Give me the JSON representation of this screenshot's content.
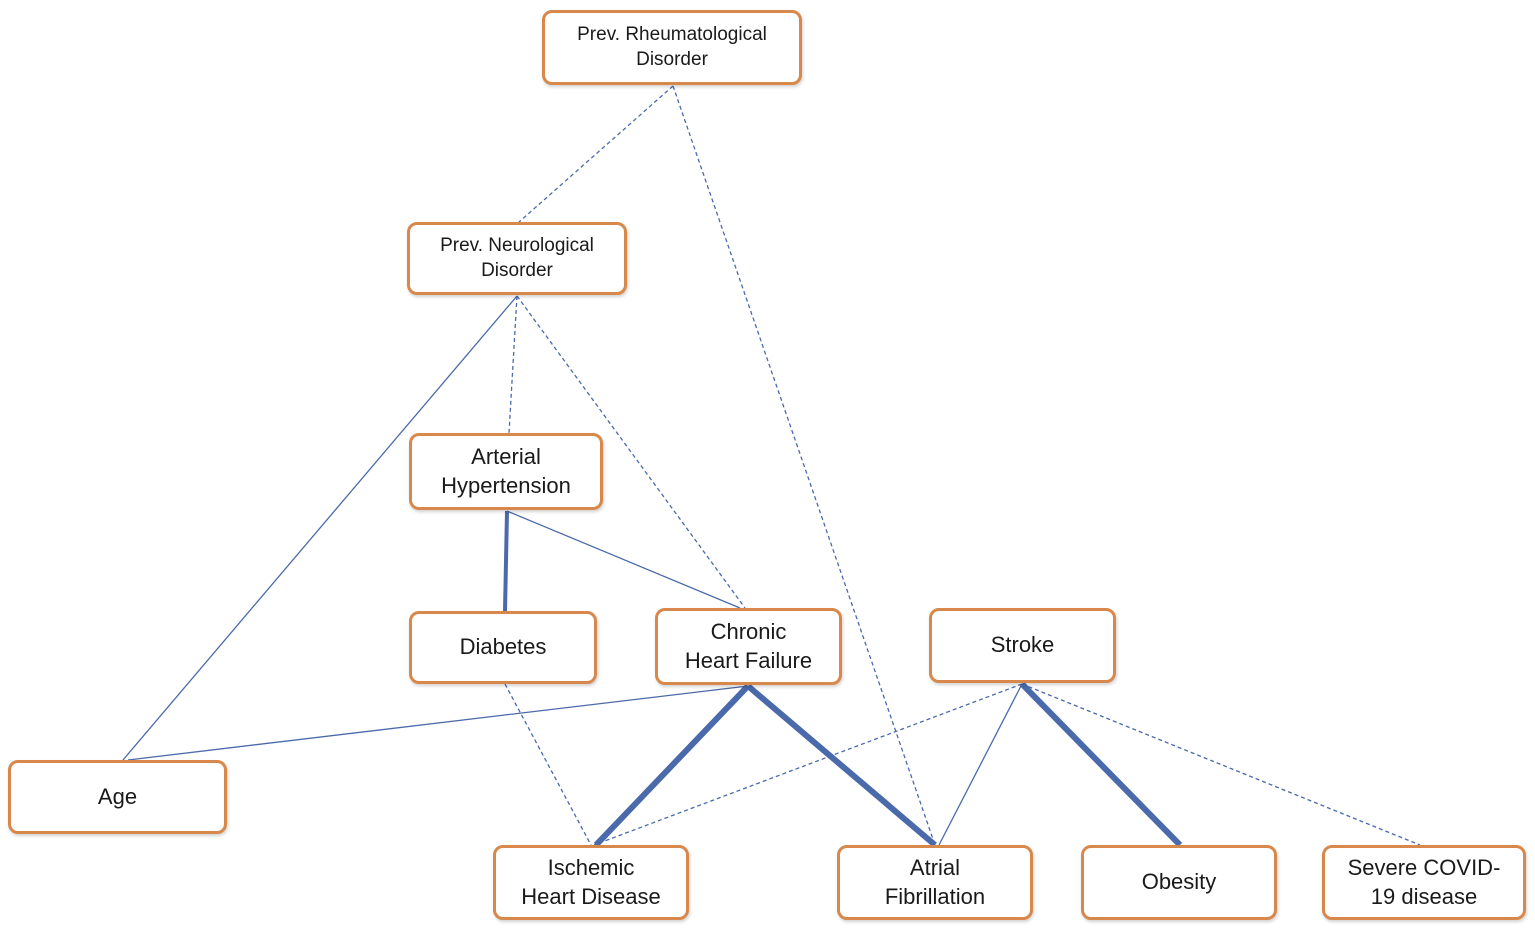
{
  "nodes": {
    "rheum": {
      "label": "Prev. Rheumatological\nDisorder"
    },
    "neuro": {
      "label": "Prev. Neurological\nDisorder"
    },
    "hyper": {
      "label": "Arterial\nHypertension"
    },
    "diab": {
      "label": "Diabetes"
    },
    "chf": {
      "label": "Chronic\nHeart Failure"
    },
    "stroke": {
      "label": "Stroke"
    },
    "age": {
      "label": "Age"
    },
    "ihd": {
      "label": "Ischemic\nHeart Disease"
    },
    "af": {
      "label": "Atrial\nFibrillation"
    },
    "obes": {
      "label": "Obesity"
    },
    "covid": {
      "label": "Severe COVID-\n19 disease"
    }
  },
  "edges": [
    {
      "from": "rheum",
      "to": "neuro",
      "style": "dashed",
      "weight": "thin"
    },
    {
      "from": "rheum",
      "to": "af",
      "style": "dashed",
      "weight": "thin"
    },
    {
      "from": "neuro",
      "to": "age",
      "style": "solid",
      "weight": "thin"
    },
    {
      "from": "neuro",
      "to": "hyper",
      "style": "dashed",
      "weight": "thin"
    },
    {
      "from": "neuro",
      "to": "chf",
      "style": "dashed",
      "weight": "thin"
    },
    {
      "from": "hyper",
      "to": "diab",
      "style": "solid",
      "weight": "medium"
    },
    {
      "from": "hyper",
      "to": "chf",
      "style": "solid",
      "weight": "thin"
    },
    {
      "from": "diab",
      "to": "ihd",
      "style": "dashed",
      "weight": "thin"
    },
    {
      "from": "chf",
      "to": "age",
      "style": "solid",
      "weight": "thin"
    },
    {
      "from": "chf",
      "to": "ihd",
      "style": "solid",
      "weight": "thick"
    },
    {
      "from": "chf",
      "to": "af",
      "style": "solid",
      "weight": "thick"
    },
    {
      "from": "stroke",
      "to": "ihd",
      "style": "dashed",
      "weight": "thin"
    },
    {
      "from": "stroke",
      "to": "af",
      "style": "solid",
      "weight": "thin"
    },
    {
      "from": "stroke",
      "to": "obes",
      "style": "solid",
      "weight": "thick"
    },
    {
      "from": "stroke",
      "to": "covid",
      "style": "dashed",
      "weight": "thin"
    }
  ],
  "colors": {
    "edge": "#4a6aab",
    "node_border": "#d8884a"
  }
}
